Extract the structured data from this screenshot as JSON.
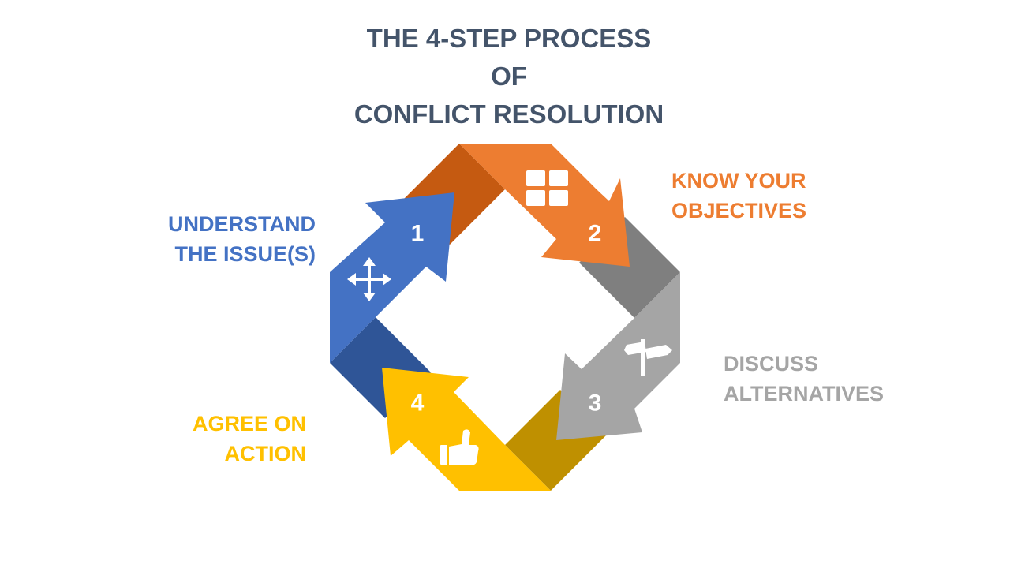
{
  "title": {
    "line1": "THE 4-STEP PROCESS",
    "line2": "OF",
    "line3": "CONFLICT RESOLUTION"
  },
  "steps": [
    {
      "number": "1",
      "label_lines": [
        "UNDERSTAND",
        "THE ISSUE(S)"
      ],
      "color": "#4472c4",
      "dark_color": "#2f5597",
      "icon": "move-arrows-icon"
    },
    {
      "number": "2",
      "label_lines": [
        "KNOW YOUR",
        "OBJECTIVES"
      ],
      "color": "#ed7d31",
      "dark_color": "#c55a11",
      "icon": "grid-icon"
    },
    {
      "number": "3",
      "label_lines": [
        "DISCUSS",
        "ALTERNATIVES"
      ],
      "color": "#a5a5a5",
      "dark_color": "#7f7f7f",
      "icon": "signpost-icon"
    },
    {
      "number": "4",
      "label_lines": [
        "AGREE ON",
        "ACTION"
      ],
      "color": "#ffc000",
      "dark_color": "#bf9000",
      "icon": "thumbs-up-icon"
    }
  ]
}
